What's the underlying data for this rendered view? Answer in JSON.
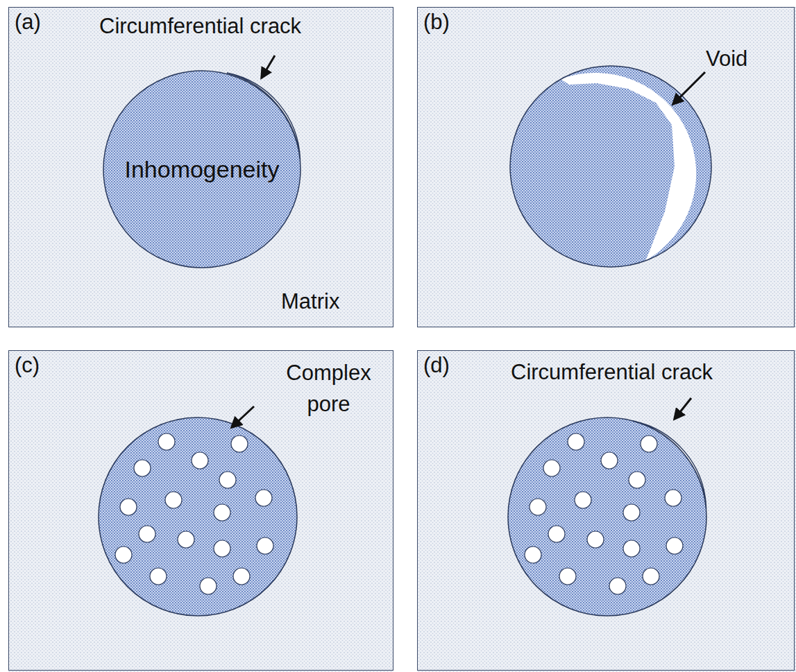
{
  "diagram": {
    "nodes": [
      {
        "text": [
          "(a)",
          "Circumferential crack",
          "Matrix"
        ]
      },
      {
        "text": [
          "Inhomogeneity"
        ],
        "in": 0
      },
      {
        "text": [
          "(b)",
          "Void"
        ]
      },
      {
        "text": [
          "(c)",
          "Complex pore"
        ]
      },
      {
        "text": [
          "(d)",
          "Circumferential crack"
        ]
      }
    ]
  }
}
